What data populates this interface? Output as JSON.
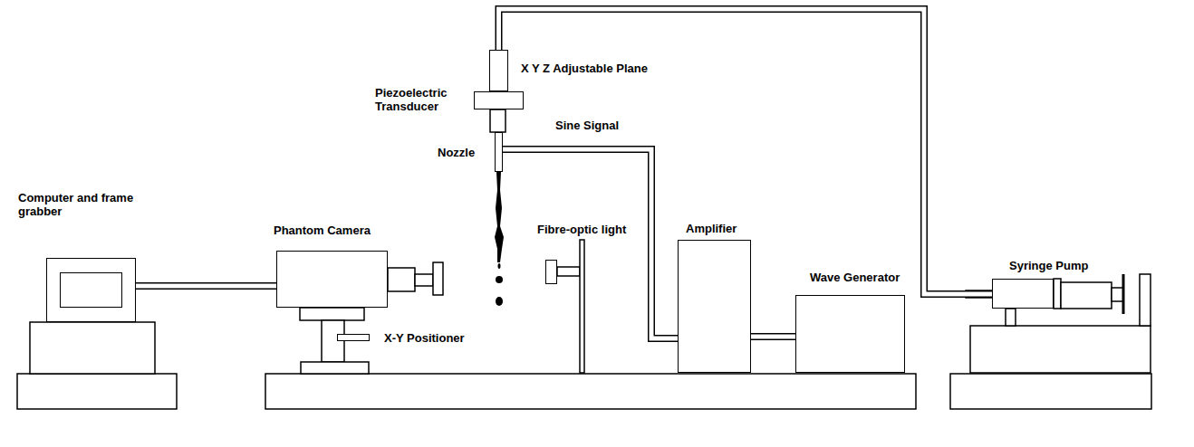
{
  "diagram": {
    "nodes": [
      {
        "text": [
          "Computer and frame grabber"
        ]
      },
      {
        "text": [
          "Phantom Camera"
        ]
      },
      {
        "text": [
          "X-Y Positioner"
        ]
      },
      {
        "text": [
          "X Y Z Adjustable Plane"
        ]
      },
      {
        "text": [
          "Piezoelectric Transducer"
        ]
      },
      {
        "text": [
          "Nozzle"
        ]
      },
      {
        "text": [
          "Fibre-optic light"
        ]
      },
      {
        "text": [
          "Amplifier"
        ]
      },
      {
        "text": [
          "Wave Generator"
        ]
      },
      {
        "text": [
          "Syringe Pump"
        ]
      }
    ],
    "edges": [
      {
        "from": 0,
        "to": 1,
        "arrow": "none"
      },
      {
        "from": 5,
        "to": 7,
        "label": "Sine Signal",
        "arrow": "none"
      },
      {
        "from": 7,
        "to": 8,
        "arrow": "none"
      },
      {
        "from": 9,
        "to": 3,
        "arrow": "none"
      }
    ]
  }
}
